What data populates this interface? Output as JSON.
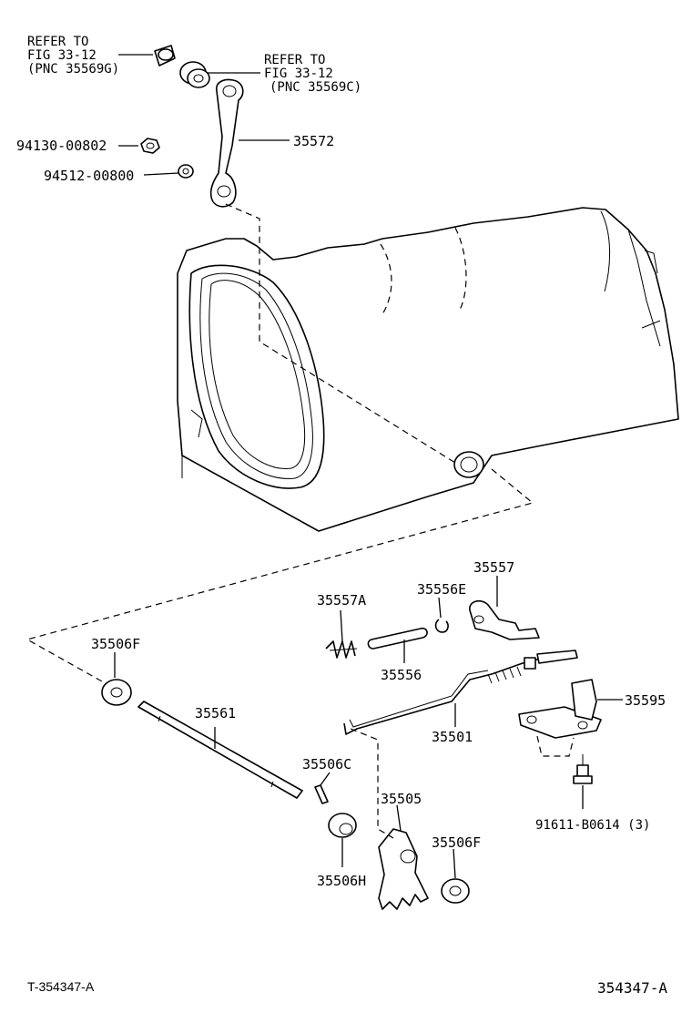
{
  "refer_top_left": [
    "REFER TO",
    "FIG 33-12",
    "(PNC 35569G)"
  ],
  "refer_top_right": [
    "REFER TO",
    "FIG 33-12",
    "(PNC 35569C)"
  ],
  "parts": {
    "p35572": "35572",
    "p94130": "94130-00802",
    "p94512": "94512-00800",
    "p35557": "35557",
    "p35556E": "35556E",
    "p35557A": "35557A",
    "p35556": "35556",
    "p35506F_left": "35506F",
    "p35561": "35561",
    "p35501": "35501",
    "p35595": "35595",
    "p35506C": "35506C",
    "p35505": "35505",
    "p35506F_right": "35506F",
    "p35506H": "35506H",
    "p91611": "91611-B0614 (3)"
  },
  "footer": {
    "left_code": "T-354347-A",
    "right_code": "354347-A"
  }
}
